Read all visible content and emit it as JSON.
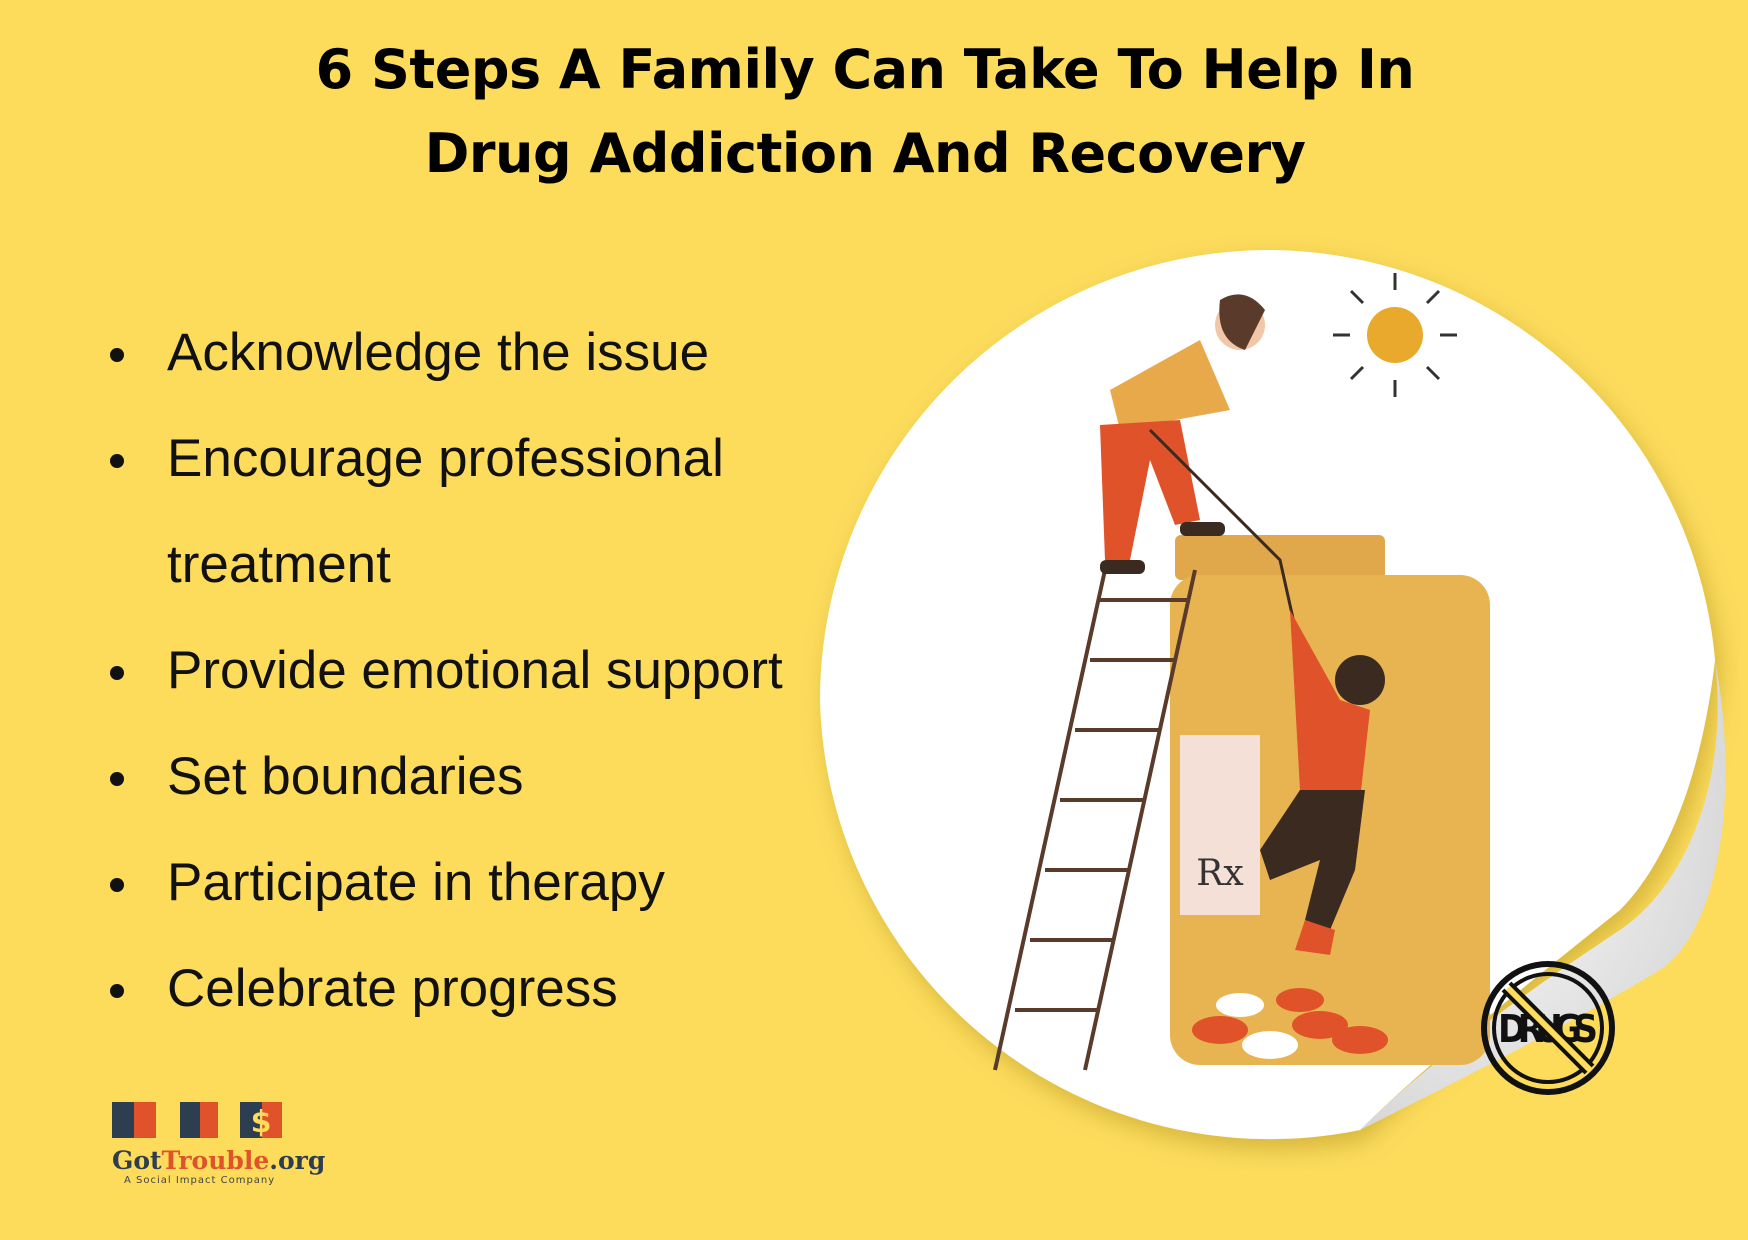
{
  "title": {
    "line1": "6 Steps A Family Can Take To Help In",
    "line2": "Drug Addiction And Recovery"
  },
  "steps": [
    {
      "label": "Acknowledge the issue"
    },
    {
      "label": "Encourage professional treatment"
    },
    {
      "label": "Provide emotional support"
    },
    {
      "label": "Set boundaries"
    },
    {
      "label": "Participate in therapy"
    },
    {
      "label": "Celebrate progress"
    }
  ],
  "illustration": {
    "prescription_label": "Rx",
    "icon": "no-drugs-icon",
    "icon_text": "DRUGS"
  },
  "logo": {
    "name_part1": "Got",
    "name_part2": "Trouble",
    "name_part3": ".org",
    "tagline": "A Social Impact Company"
  },
  "colors": {
    "background": "#FDDC5C",
    "accent_orange": "#E0522A",
    "navy": "#2C3E50",
    "jar": "#E8B452"
  }
}
